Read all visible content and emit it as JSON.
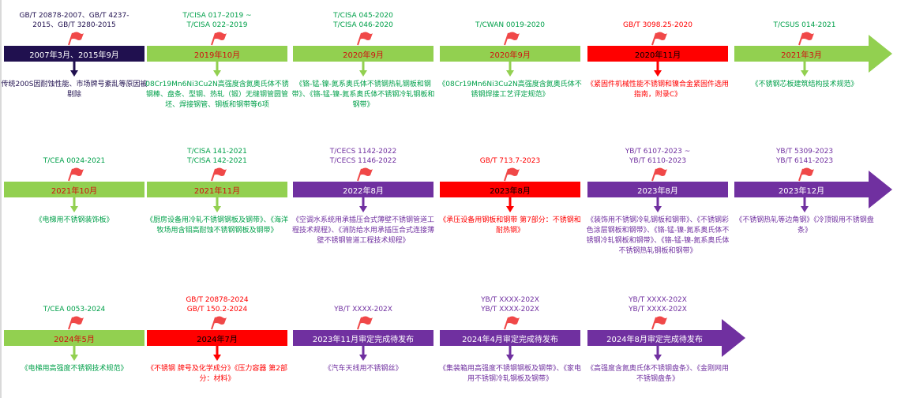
{
  "colors": {
    "navy": "#20104f",
    "green": "#92d050",
    "red": "#ff0000",
    "purple": "#7030a0",
    "text_green": "#00a04a",
    "text_navy": "#20104f",
    "text_red": "#ff0000",
    "text_purple": "#7030a0",
    "flag": "#f04848"
  },
  "rows": [
    {
      "items": [
        {
          "codes": [
            "GB/T 20878-2007、GB/T 4237-",
            "2015、GB/T 3280-2015"
          ],
          "date": "2007年3月、2015年9月",
          "desc": "传统200S因耐蚀性能、市场牌号紊乱等原因被剔除",
          "style": "navy"
        },
        {
          "codes": [
            "T/CISA 017–2019 ~",
            "T/CISA 022–2019"
          ],
          "date": "2019年10月",
          "desc": "08Cr19Mn6Ni3Cu2N高强度含氮奥氏体不锈钢棒、盘条、型钢、热轧（锻）无缝钢管圆管坯、焊接钢管、钢板和钢带等6项",
          "style": "green"
        },
        {
          "codes": [
            "T/CISA 045-2020",
            "T/CISA 046-2020"
          ],
          "date": "2020年9月",
          "desc": "《铬-锰-镍-氮系奥氏体不锈钢热轧钢板和钢带》、《铬-锰-镍-氮系奥氏体不锈钢冷轧钢板和钢带》",
          "style": "green"
        },
        {
          "codes": [
            "T/CWAN 0019-2020"
          ],
          "date": "2020年9月",
          "desc": "《08Cr19Mn6Ni3Cu2N高强度含氮奥氏体不锈钢焊接工艺评定规范》",
          "style": "green"
        },
        {
          "codes": [
            "GB/T 3098.25-2020"
          ],
          "date": "2020年11月",
          "desc": "《紧固件机械性能不锈钢和镍合金紧固件选用指南，附录C》",
          "style": "red"
        },
        {
          "codes": [
            "T/CSUS 014-2021"
          ],
          "date": "2021年3月",
          "desc": "《不锈钢芯板建筑结构技术规范》",
          "style": "green"
        }
      ]
    },
    {
      "items": [
        {
          "codes": [
            "T/CEA 0024-2021"
          ],
          "date": "2021年10月",
          "desc": "《电梯用不锈钢装饰板》",
          "style": "green"
        },
        {
          "codes": [
            "T/CISA 141-2021",
            "T/CISA 142-2021"
          ],
          "date": "2021年11月",
          "desc": "《厨房设备用冷轧不锈钢钢板及钢带》、《海洋牧场用含钼高耐蚀不锈钢钢板及钢带》",
          "style": "green"
        },
        {
          "codes": [
            "T/CECS 1142-2022",
            "T/CECS 1146-2022"
          ],
          "date": "2022年8月",
          "desc": "《空调水系统用承插压合式薄壁不锈钢管道工程技术规程》、《消防给水用承插压合式连接薄壁不锈钢管道工程技术规程》",
          "style": "purple"
        },
        {
          "codes": [
            "GB/T 713.7-2023"
          ],
          "date": "2023年8月",
          "desc": "《承压设备用钢板和钢带 第7部分：不锈钢和耐热钢》",
          "style": "red"
        },
        {
          "codes": [
            "YB/T 6107-2023 ~",
            "YB/T 6110-2023"
          ],
          "date": "2023年8月",
          "desc": "《装饰用不锈钢冷轧钢板和钢带》、《不锈钢彩色涂层钢板和钢带》、《铬-锰-镍-氮系奥氏体不锈钢冷轧钢板和钢带》、《铬-锰-镍-氮系奥氏体不锈钢热轧钢板和钢带》",
          "style": "purple"
        },
        {
          "codes": [
            "YB/T 5309-2023",
            "YB/T 6141-2023"
          ],
          "date": "2023年12月",
          "desc": "《不锈钢热轧等边角钢》《冷顶锻用不锈钢盘条》",
          "style": "purple"
        }
      ]
    },
    {
      "items": [
        {
          "codes": [
            "T/CEA 0053-2024"
          ],
          "date": "2024年5月",
          "desc": "《电梯用高强度不锈钢技术规范》",
          "style": "green"
        },
        {
          "codes": [
            "GB/T 20878-2024",
            "GB/T 150.2-2024"
          ],
          "date": "2024年7月",
          "desc": "《不锈钢 牌号及化学成分》《压力容器 第2部分：材料》",
          "style": "red"
        },
        {
          "codes": [
            "YB/T XXXX-202X"
          ],
          "date": "2023年11月审定完成待发布",
          "desc": "《汽车天线用不锈钢丝》",
          "style": "purple"
        },
        {
          "codes": [
            "YB/T XXXX-202X",
            "YB/T XXXX-202X"
          ],
          "date": "2024年4月审定完成待发布",
          "desc": "《集装箱用高强度不锈钢钢板及钢带》、《家电用不锈钢冷轧钢板及钢带》",
          "style": "purple"
        },
        {
          "codes": [
            "YB/T XXXX-202X",
            "YB/T XXXX-202X"
          ],
          "date": "2024年8月审定完成待发布",
          "desc": "《高强度含氮奥氏体不锈钢盘条》、《金刚网用不锈钢盘条》",
          "style": "purple"
        }
      ]
    }
  ]
}
